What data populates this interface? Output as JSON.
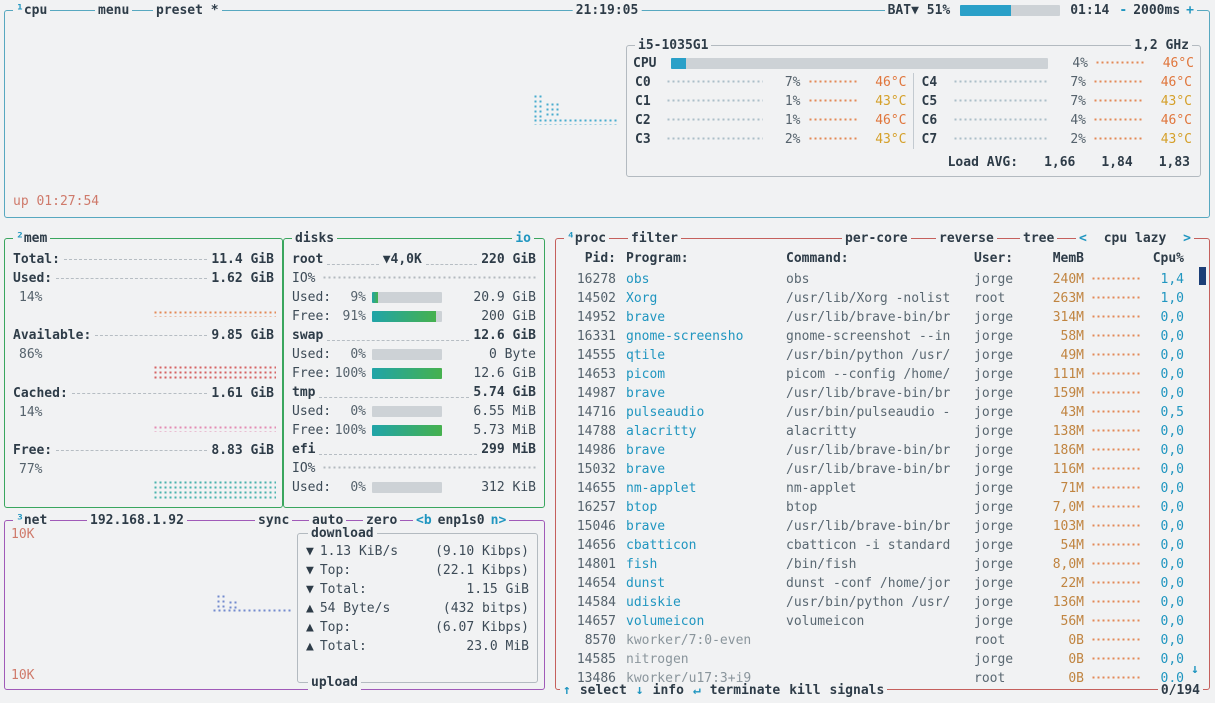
{
  "accent_colors": {
    "cyan": "#2096c0",
    "green": "#3aa65e",
    "purple": "#a05ab8",
    "red": "#c5605c",
    "orange": "#e0763c",
    "yellow": "#d5a02a",
    "salmon": "#cf7a6b"
  },
  "topbar": {
    "box_num": "¹",
    "box_title": "cpu",
    "menu": "menu",
    "preset": "preset *",
    "clock": "21:19:05",
    "battery_label": "BAT",
    "battery_arrow": "▼",
    "battery_percent": "51%",
    "battery_fill": 51,
    "battery_time": "01:14",
    "refresh_minus": "-",
    "refresh_value": "2000ms",
    "refresh_plus": "+"
  },
  "cpu": {
    "model": "i5-1035G1",
    "freq": "1,2 GHz",
    "total_label": "CPU",
    "total_pct": "4%",
    "total_fill": 4,
    "total_temp": "46°C",
    "cores_left": [
      {
        "name": "C0",
        "pct": "7%",
        "temp": "46°C",
        "tc": "t46"
      },
      {
        "name": "C1",
        "pct": "1%",
        "temp": "43°C",
        "tc": "t43"
      },
      {
        "name": "C2",
        "pct": "1%",
        "temp": "46°C",
        "tc": "t46"
      },
      {
        "name": "C3",
        "pct": "2%",
        "temp": "43°C",
        "tc": "t43"
      }
    ],
    "cores_right": [
      {
        "name": "C4",
        "pct": "7%",
        "temp": "46°C",
        "tc": "t46"
      },
      {
        "name": "C5",
        "pct": "7%",
        "temp": "43°C",
        "tc": "t43"
      },
      {
        "name": "C6",
        "pct": "4%",
        "temp": "46°C",
        "tc": "t46"
      },
      {
        "name": "C7",
        "pct": "2%",
        "temp": "43°C",
        "tc": "t43"
      }
    ],
    "load_label": "Load AVG:",
    "load_v1": "1,66",
    "load_v2": "1,84",
    "load_v3": "1,83",
    "uptime": "up 01:27:54"
  },
  "mem": {
    "num": "²",
    "title": "mem",
    "rows": [
      {
        "label": "Total:",
        "value": "11.4 GiB"
      },
      {
        "label": "Used:",
        "value": "1.62 GiB",
        "pct": "14%"
      },
      {
        "label": "Available:",
        "value": "9.85 GiB",
        "pct": "86%"
      },
      {
        "label": "Cached:",
        "value": "1.61 GiB",
        "pct": "14%"
      },
      {
        "label": "Free:",
        "value": "8.83 GiB",
        "pct": "77%"
      }
    ]
  },
  "disks": {
    "title": "disks",
    "io_label": "io",
    "list": [
      {
        "name": "root",
        "io": "▼4,0K",
        "size": "220 GiB",
        "io_row": "IO%",
        "used_label": "Used:",
        "used_pct": "9%",
        "used_fill": 9,
        "used_val": "20.9 GiB",
        "free_label": "Free:",
        "free_pct": "91%",
        "free_fill": 91,
        "free_val": "200 GiB"
      },
      {
        "name": "swap",
        "size": "12.6 GiB",
        "used_label": "Used:",
        "used_pct": "0%",
        "used_fill": 0,
        "used_val": "0 Byte",
        "free_label": "Free:",
        "free_pct": "100%",
        "free_fill": 100,
        "free_val": "12.6 GiB"
      },
      {
        "name": "tmp",
        "size": "5.74 GiB",
        "used_label": "Used:",
        "used_pct": "0%",
        "used_fill": 0,
        "used_val": "6.55 MiB",
        "free_label": "Free:",
        "free_pct": "100%",
        "free_fill": 100,
        "free_val": "5.73 MiB"
      },
      {
        "name": "efi",
        "size": "299 MiB",
        "io_row": "IO%",
        "used_label": "Used:",
        "used_pct": "0%",
        "used_fill": 0,
        "used_val": "312 KiB"
      }
    ]
  },
  "net": {
    "num": "³",
    "title": "net",
    "ip": "192.168.1.92",
    "sync": "sync",
    "auto": "auto",
    "zero": "zero",
    "iface_pre": "<b",
    "iface": "enp1s0",
    "iface_post": "n>",
    "scale_top": "10K",
    "scale_bottom": "10K",
    "download_label": "download",
    "upload_label": "upload",
    "stats": [
      {
        "arrow": "▼",
        "label": "1.13 KiB/s",
        "value": "(9.10 Kibps)"
      },
      {
        "arrow": "▼",
        "label": "Top:",
        "value": "(22.1 Kibps)"
      },
      {
        "arrow": "▼",
        "label": "Total:",
        "value": "1.15 GiB"
      },
      {
        "arrow": "▲",
        "label": "54 Byte/s",
        "value": "(432 bitps)"
      },
      {
        "arrow": "▲",
        "label": "Top:",
        "value": "(6.07 Kibps)"
      },
      {
        "arrow": "▲",
        "label": "Total:",
        "value": "23.0 MiB"
      }
    ]
  },
  "proc": {
    "num": "⁴",
    "title": "proc",
    "filter": "filter",
    "opt_percore": "per-core",
    "opt_reverse": "reverse",
    "opt_tree": "tree",
    "sel_left": "<",
    "sel_label": "cpu lazy",
    "sel_right": ">",
    "col_pid": "Pid:",
    "col_program": "Program:",
    "col_command": "Command:",
    "col_user": "User:",
    "col_mem": "MemB",
    "col_cpu": "Cpu%",
    "rows": [
      {
        "pid": "16278",
        "program": "obs",
        "command": "obs",
        "user": "jorge",
        "mem": "240M",
        "cpu": "1,4"
      },
      {
        "pid": "14502",
        "program": "Xorg",
        "command": "/usr/lib/Xorg -nolist",
        "user": "root",
        "mem": "263M",
        "cpu": "1,0"
      },
      {
        "pid": "14952",
        "program": "brave",
        "command": "/usr/lib/brave-bin/br",
        "user": "jorge",
        "mem": "314M",
        "cpu": "0,0"
      },
      {
        "pid": "16331",
        "program": "gnome-screensho",
        "command": "gnome-screenshot --in",
        "user": "jorge",
        "mem": "58M",
        "cpu": "0,0"
      },
      {
        "pid": "14555",
        "program": "qtile",
        "command": "/usr/bin/python /usr/",
        "user": "jorge",
        "mem": "49M",
        "cpu": "0,0"
      },
      {
        "pid": "14653",
        "program": "picom",
        "command": "picom --config /home/",
        "user": "jorge",
        "mem": "111M",
        "cpu": "0,0"
      },
      {
        "pid": "14987",
        "program": "brave",
        "command": "/usr/lib/brave-bin/br",
        "user": "jorge",
        "mem": "159M",
        "cpu": "0,0"
      },
      {
        "pid": "14716",
        "program": "pulseaudio",
        "command": "/usr/bin/pulseaudio -",
        "user": "jorge",
        "mem": "43M",
        "cpu": "0,5"
      },
      {
        "pid": "14788",
        "program": "alacritty",
        "command": "alacritty",
        "user": "jorge",
        "mem": "138M",
        "cpu": "0,0"
      },
      {
        "pid": "14986",
        "program": "brave",
        "command": "/usr/lib/brave-bin/br",
        "user": "jorge",
        "mem": "186M",
        "cpu": "0,0"
      },
      {
        "pid": "15032",
        "program": "brave",
        "command": "/usr/lib/brave-bin/br",
        "user": "jorge",
        "mem": "116M",
        "cpu": "0,0"
      },
      {
        "pid": "14655",
        "program": "nm-applet",
        "command": "nm-applet",
        "user": "jorge",
        "mem": "71M",
        "cpu": "0,0"
      },
      {
        "pid": "16257",
        "program": "btop",
        "command": "btop",
        "user": "jorge",
        "mem": "7,0M",
        "cpu": "0,0"
      },
      {
        "pid": "15046",
        "program": "brave",
        "command": "/usr/lib/brave-bin/br",
        "user": "jorge",
        "mem": "103M",
        "cpu": "0,0"
      },
      {
        "pid": "14656",
        "program": "cbatticon",
        "command": "cbatticon -i standard",
        "user": "jorge",
        "mem": "54M",
        "cpu": "0,0"
      },
      {
        "pid": "14801",
        "program": "fish",
        "command": "/bin/fish",
        "user": "jorge",
        "mem": "8,0M",
        "cpu": "0,0"
      },
      {
        "pid": "14654",
        "program": "dunst",
        "command": "dunst -conf /home/jor",
        "user": "jorge",
        "mem": "22M",
        "cpu": "0,0"
      },
      {
        "pid": "14584",
        "program": "udiskie",
        "command": "/usr/bin/python /usr/",
        "user": "jorge",
        "mem": "136M",
        "cpu": "0,0"
      },
      {
        "pid": "14657",
        "program": "volumeicon",
        "command": "volumeicon",
        "user": "jorge",
        "mem": "56M",
        "cpu": "0,0"
      },
      {
        "pid": "8570",
        "program": "kworker/7:0-even",
        "command": "",
        "user": "root",
        "mem": "0B",
        "cpu": "0,0",
        "cls": "dim"
      },
      {
        "pid": "14585",
        "program": "nitrogen",
        "command": "",
        "user": "jorge",
        "mem": "0B",
        "cpu": "0,0",
        "cls": "dim"
      },
      {
        "pid": "13486",
        "program": "kworker/u17:3+i9",
        "command": "",
        "user": "root",
        "mem": "0B",
        "cpu": "0,0",
        "cls": "dim"
      }
    ],
    "footer": {
      "up": "↑",
      "select": "select",
      "down": "↓",
      "info": "info",
      "enter": "↵",
      "terminate": "terminate",
      "kill": "kill",
      "signals": "signals"
    },
    "scroll_down": "↓",
    "count": "0/194"
  }
}
